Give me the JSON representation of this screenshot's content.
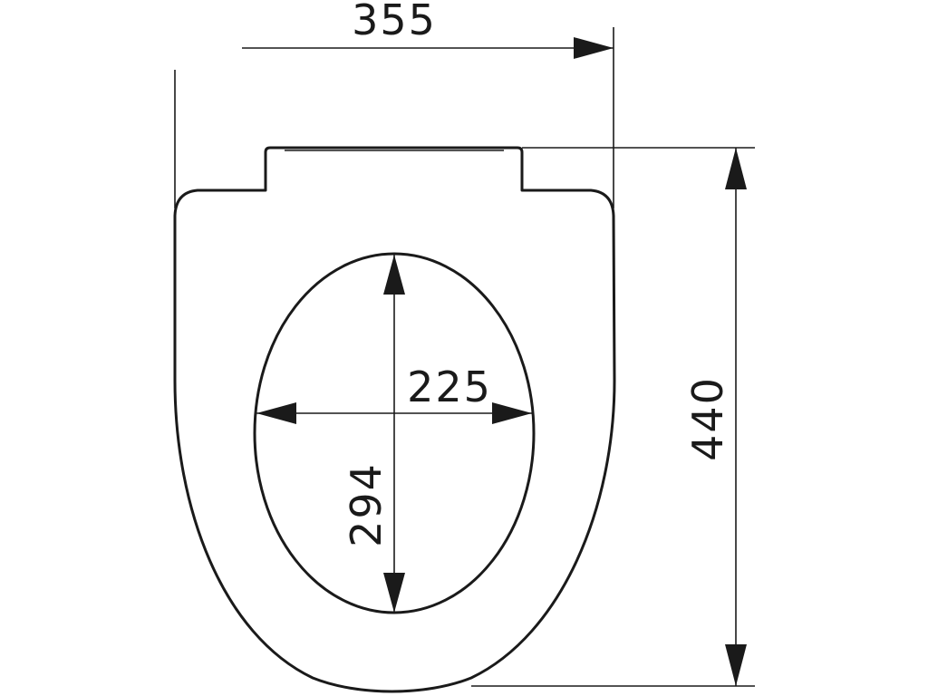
{
  "diagram": {
    "subject": "toilet-seat-dimensions",
    "line_color": "#1a1a1a",
    "background_color": "#ffffff",
    "dimensions": {
      "overall_width": "355",
      "overall_length": "440",
      "opening_width": "225",
      "opening_length": "294"
    }
  }
}
